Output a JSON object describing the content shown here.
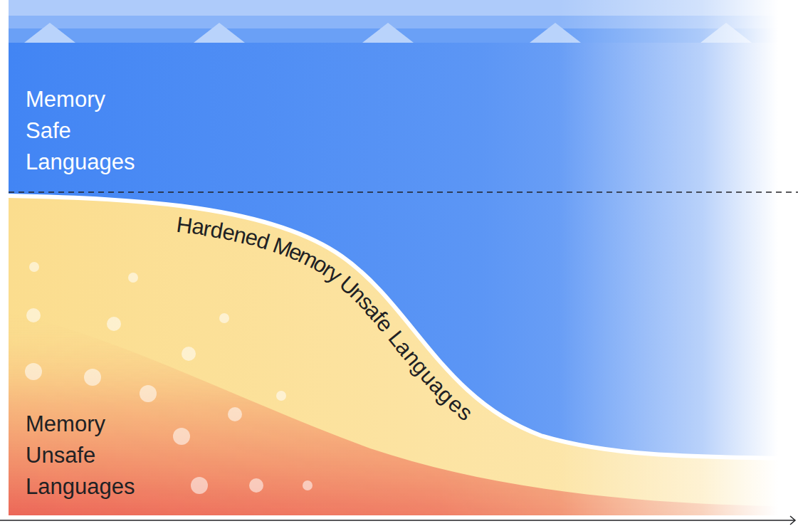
{
  "diagram": {
    "nodes": [
      {
        "text": [
          "Memory Safe Languages"
        ]
      },
      {
        "text": [
          "Hardened Memory Unsafe Languages"
        ]
      },
      {
        "text": [
          "Memory Unsafe Languages"
        ]
      }
    ]
  }
}
